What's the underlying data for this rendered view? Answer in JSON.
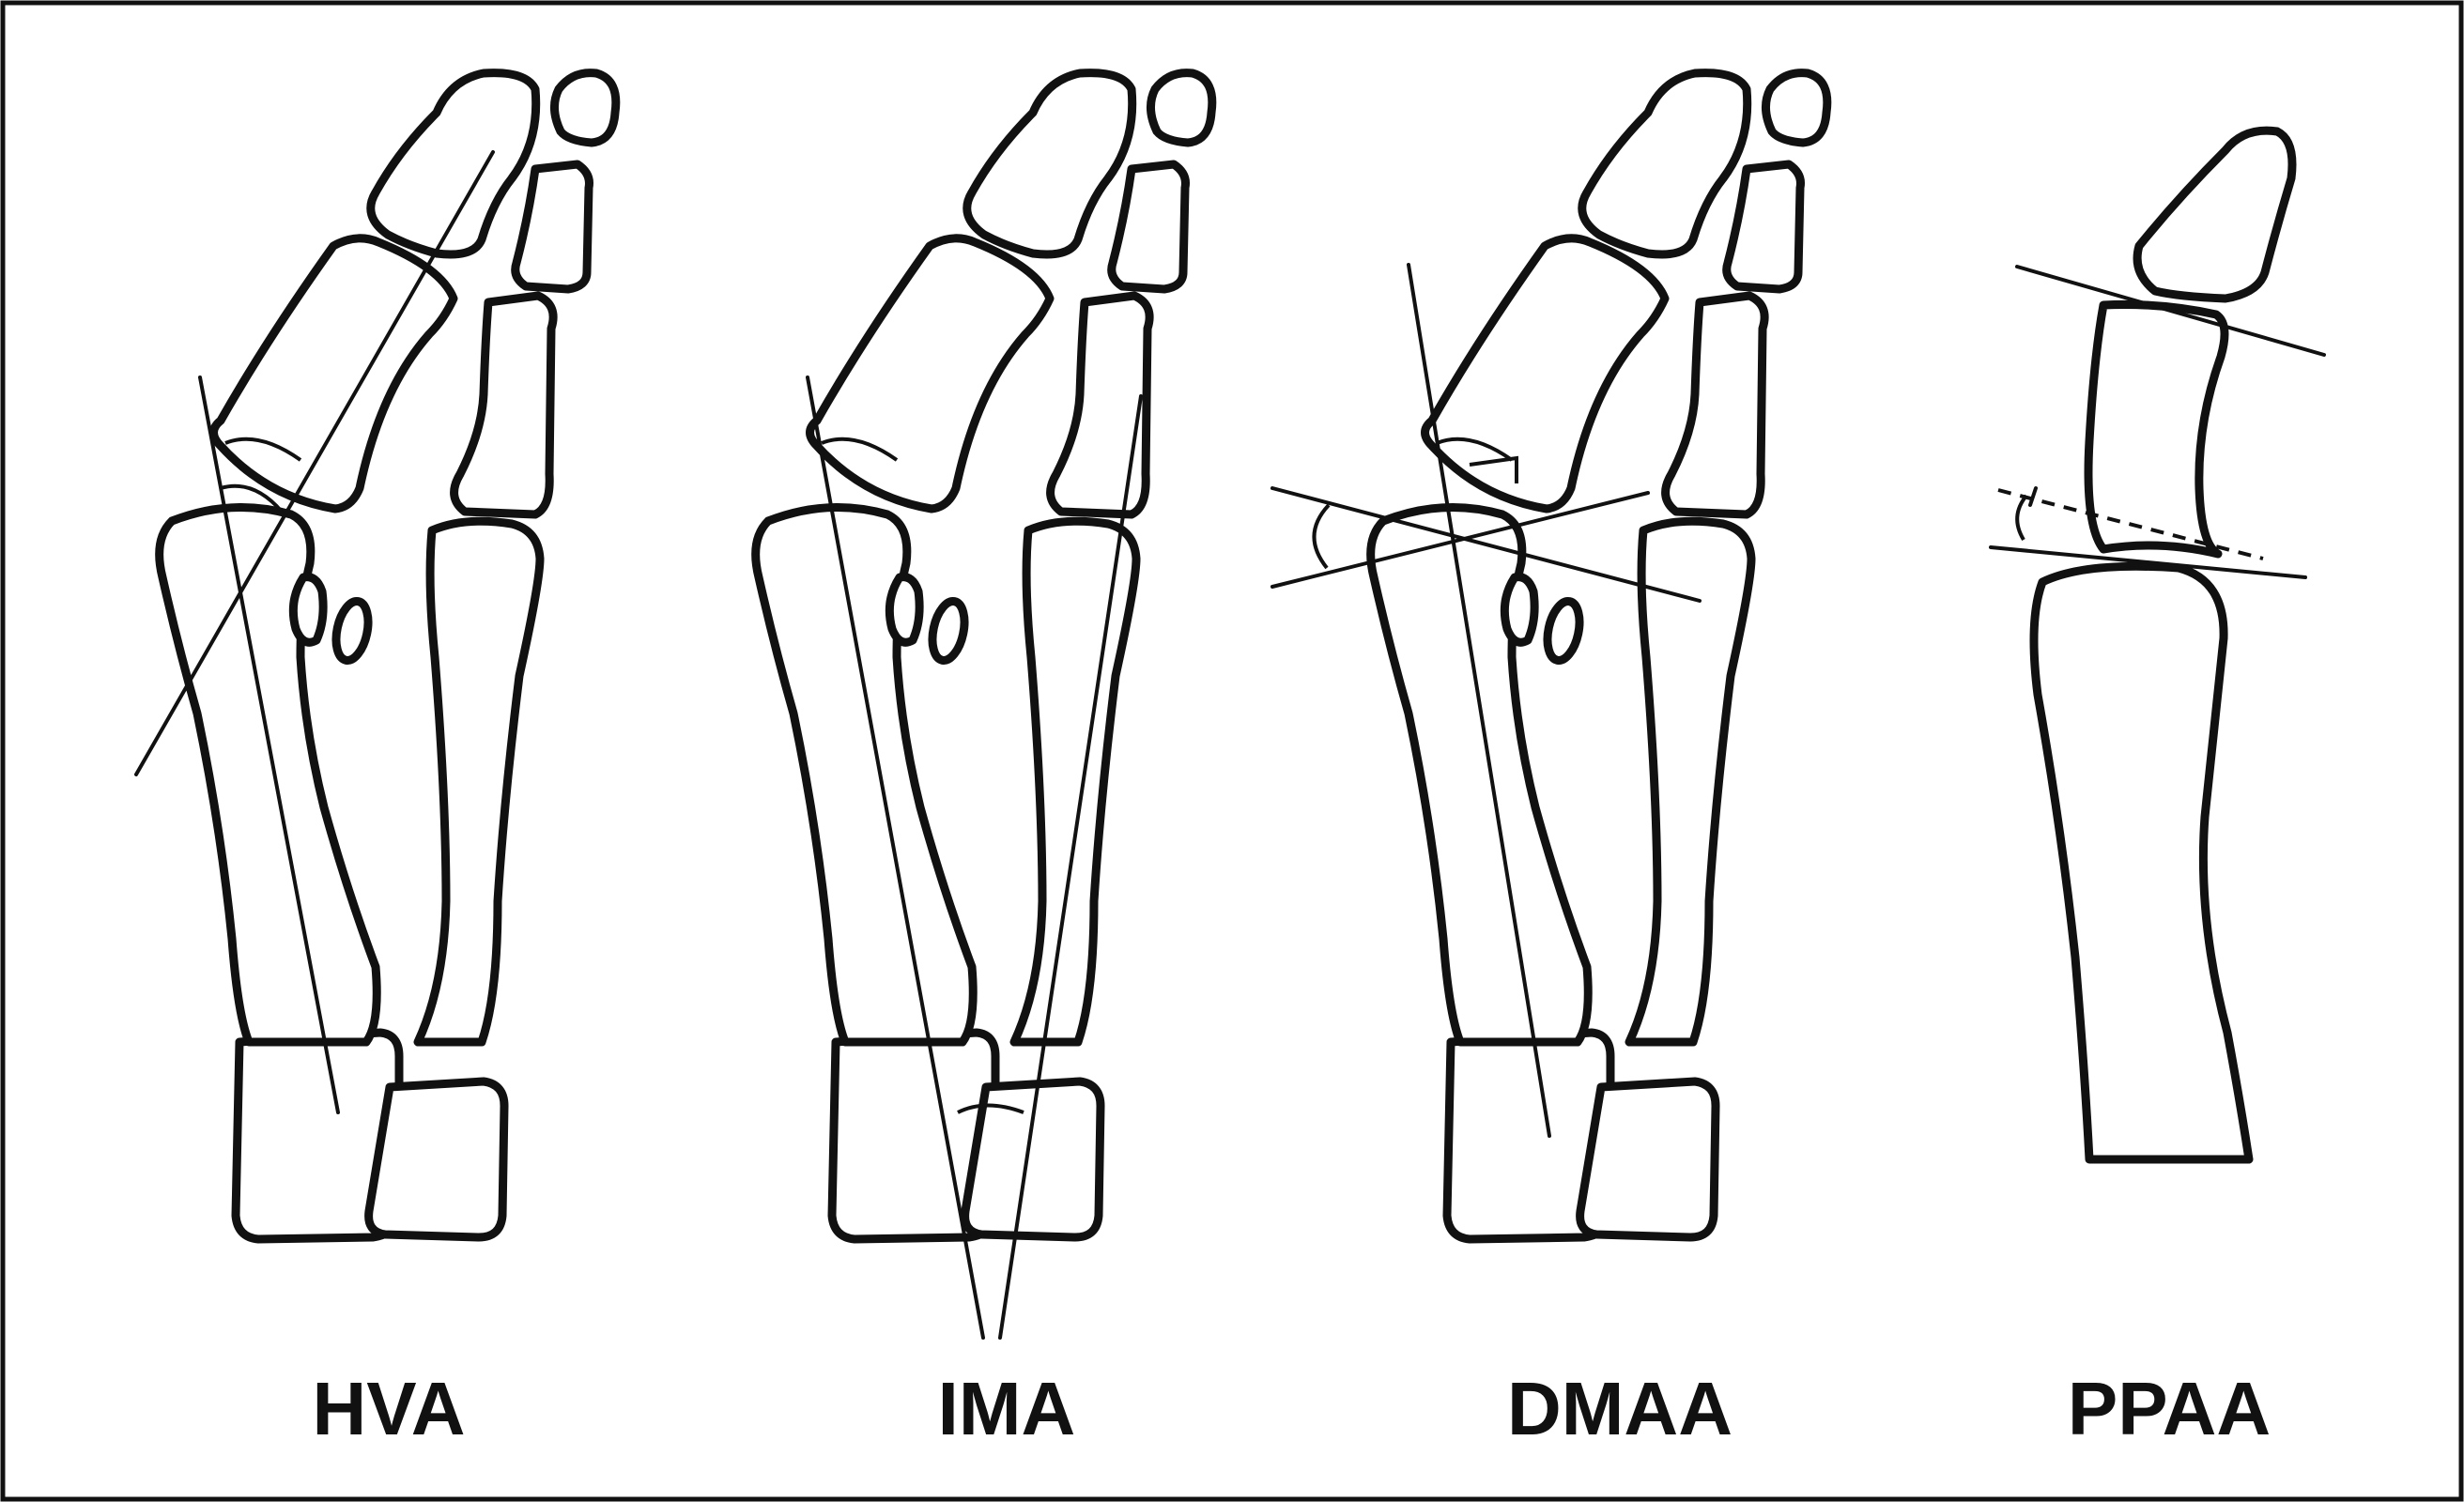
{
  "labels": {
    "hva": "HVA",
    "ima": "IMA",
    "dmaa": "DMAA",
    "ppaa": "PPAA"
  },
  "colors": {
    "stroke": "#111111",
    "background": "#ffffff"
  }
}
